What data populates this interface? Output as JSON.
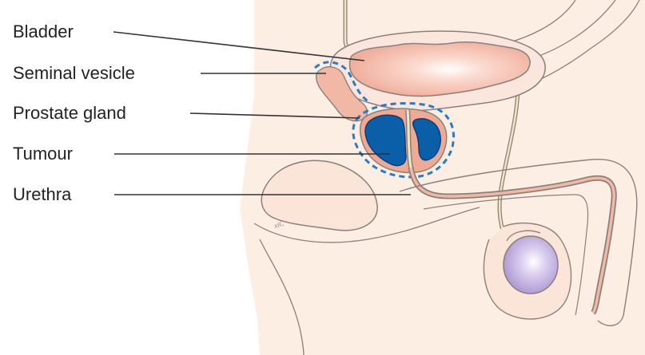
{
  "labels": {
    "bladder": "Bladder",
    "seminal_vesicle": "Seminal vesicle",
    "prostate_gland": "Prostate gland",
    "tumour": "Tumour",
    "urethra": "Urethra"
  },
  "signature": "xiC",
  "colors": {
    "skin_background": "#fdeee4",
    "outline": "#8a7f7a",
    "bladder_fill": "#f2b8a6",
    "bladder_highlight": "#ffffff",
    "prostate_fill": "#eeaa95",
    "tumour": "#0a5fa8",
    "tumour_dark": "#0b3e78",
    "dashed_boundary": "#2a7bc4",
    "testis": "#b8a6d8",
    "leader_line": "#333333"
  }
}
